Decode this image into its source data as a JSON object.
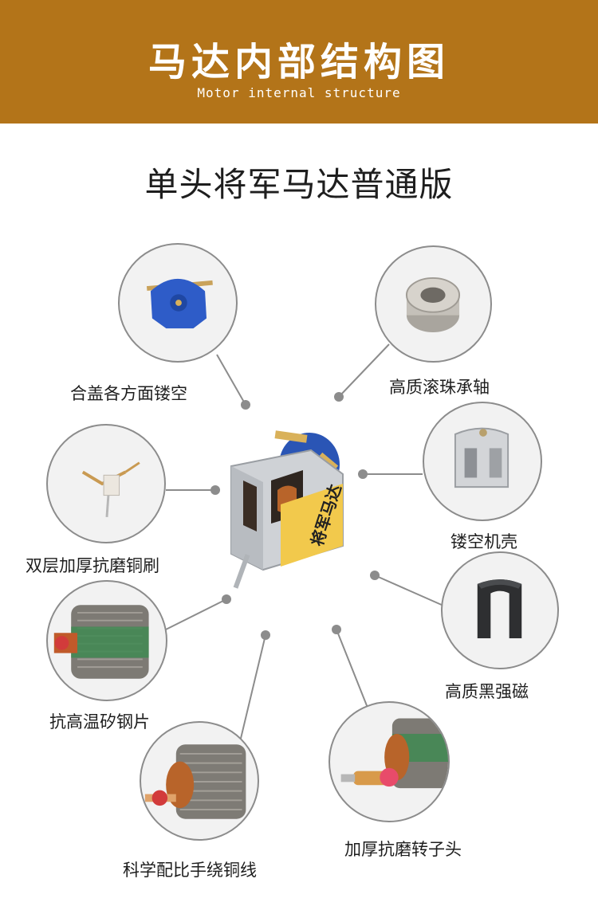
{
  "banner": {
    "title": "马达内部结构图",
    "subtitle": "Motor internal structure",
    "color": "#b37419"
  },
  "main_title": "单头将军马达普通版",
  "motor_label": "将军马达",
  "parts": [
    {
      "label": "合盖各方面镂空",
      "icon": "blue-end-cap-icon"
    },
    {
      "label": "高质滚珠承轴",
      "icon": "ball-bearing-icon"
    },
    {
      "label": "双层加厚抗磨铜刷",
      "icon": "copper-brush-icon"
    },
    {
      "label": "镂空机壳",
      "icon": "motor-shell-icon"
    },
    {
      "label": "高质黑强磁",
      "icon": "black-magnet-icon"
    },
    {
      "label": "抗高温矽钢片",
      "icon": "silicon-steel-sheet-icon"
    },
    {
      "label": "科学配比手绕铜线",
      "icon": "copper-winding-icon"
    },
    {
      "label": "加厚抗磨转子头",
      "icon": "rotor-head-icon"
    }
  ]
}
